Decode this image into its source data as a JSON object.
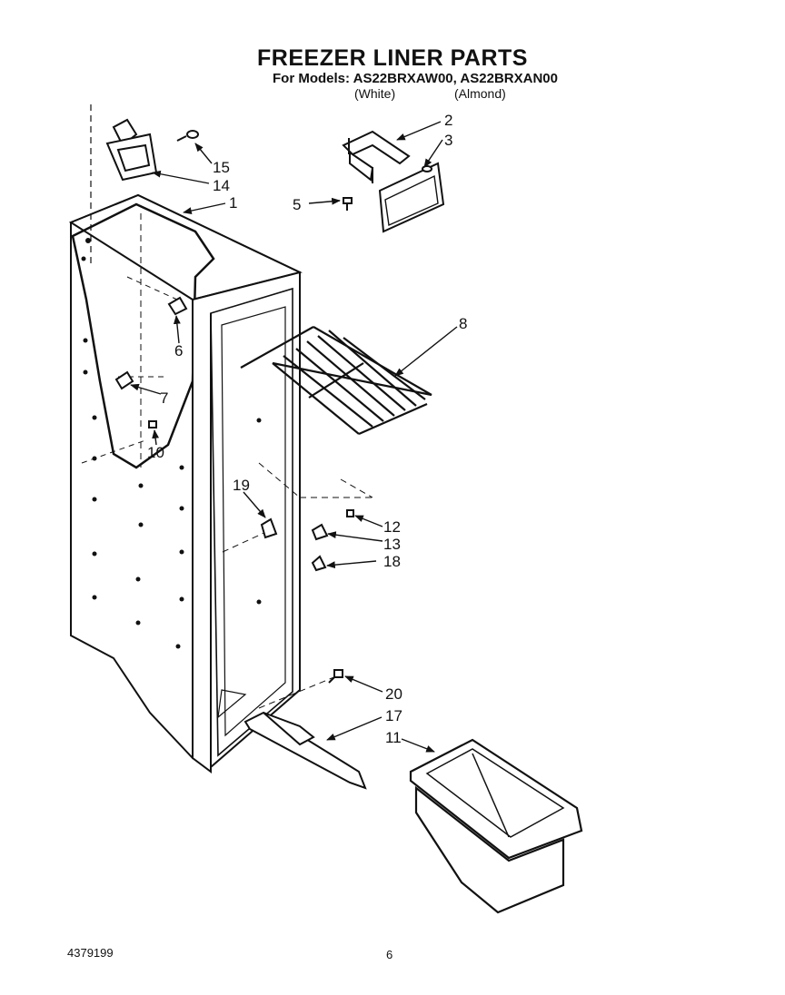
{
  "header": {
    "title": "FREEZER LINER PARTS",
    "models_line": "For Models: AS22BRXAW00, AS22BRXAN00",
    "variant_white": "(White)",
    "variant_almond": "(Almond)"
  },
  "callouts": {
    "c1": "1",
    "c2": "2",
    "c3": "3",
    "c5": "5",
    "c6": "6",
    "c7": "7",
    "c8": "8",
    "c10": "10",
    "c11": "11",
    "c12": "12",
    "c13": "13",
    "c14": "14",
    "c15": "15",
    "c17": "17",
    "c18": "18",
    "c19": "19",
    "c20": "20"
  },
  "footer": {
    "doc_number": "4379199",
    "page_number": "6"
  }
}
